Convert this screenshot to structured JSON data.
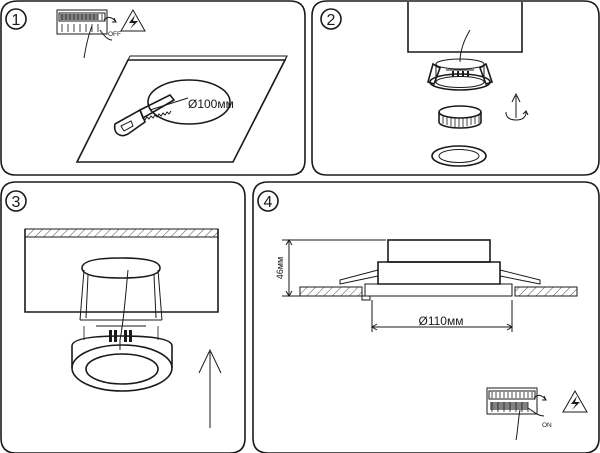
{
  "steps": [
    {
      "number": "1",
      "switch_label": "OFF",
      "hole_label": "Ø100мм"
    },
    {
      "number": "2"
    },
    {
      "number": "3"
    },
    {
      "number": "4",
      "height_label": "46мм",
      "width_label": "Ø110мм",
      "switch_label": "ON"
    }
  ],
  "colors": {
    "line": "#1a1a1a",
    "background": "#ffffff"
  },
  "icons": [
    "circuit-breaker-icon",
    "high-voltage-icon",
    "rotate-arrow-icon",
    "saw-icon",
    "up-arrow-icon"
  ]
}
